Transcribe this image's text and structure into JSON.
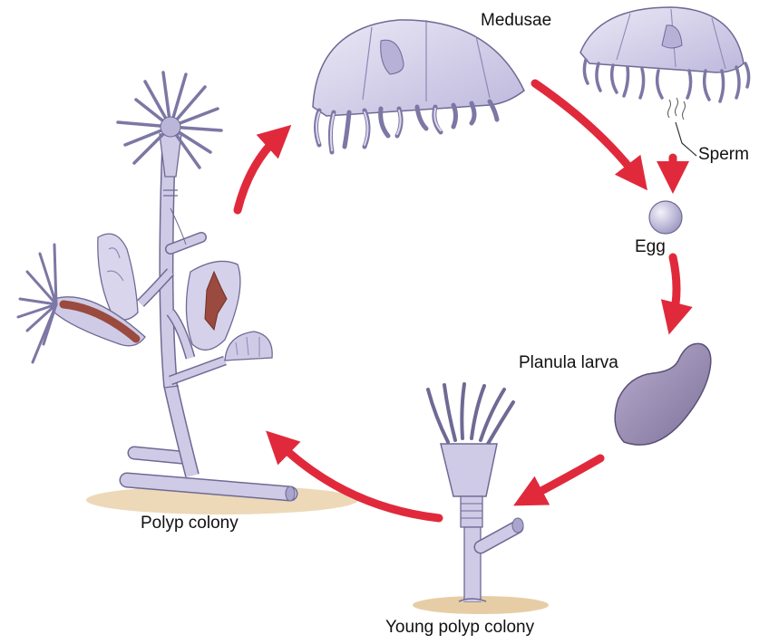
{
  "labels": {
    "medusae": "Medusae",
    "sperm": "Sperm",
    "egg": "Egg",
    "planula_larva": "Planula larva",
    "polyp_colony": "Polyp colony",
    "young_polyp_colony": "Young polyp colony"
  },
  "colors": {
    "organism_fill": "#cfcbe6",
    "organism_stroke": "#6e6a94",
    "arrow": "#e02a3c",
    "gonad": "#9a4a3e",
    "substrate": "#e6c89a"
  }
}
